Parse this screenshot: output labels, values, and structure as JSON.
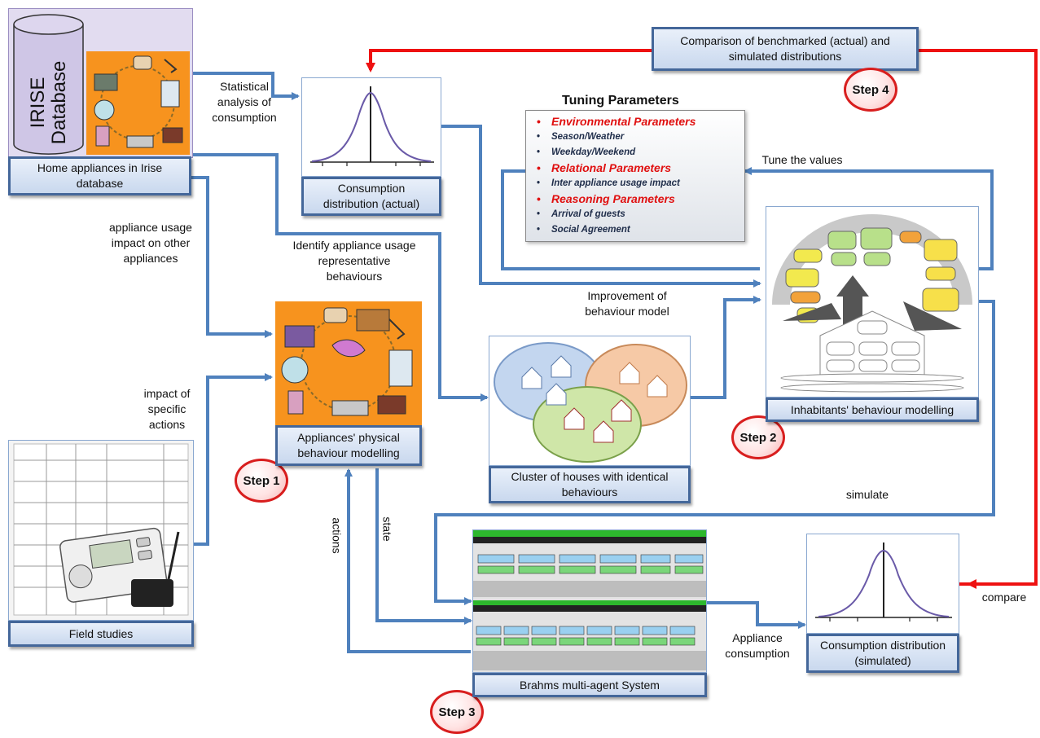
{
  "database": {
    "line1": "IRISE",
    "line2": "Database"
  },
  "boxes": {
    "home_appliances": "Home appliances in Irise database",
    "consumption_actual": "Consumption distribution (actual)",
    "comparison": "Comparison of benchmarked (actual) and simulated  distributions",
    "appliances_physical": "Appliances' physical behaviour modelling",
    "cluster": "Cluster of houses with identical behaviours",
    "inhabitants": "Inhabitants' behaviour modelling",
    "field_studies": "Field studies",
    "brahms": "Brahms multi-agent  System",
    "consumption_simulated": "Consumption distribution (simulated)"
  },
  "steps": {
    "step1": "Step 1",
    "step2": "Step 2",
    "step3": "Step 3",
    "step4": "Step 4"
  },
  "edge_labels": {
    "statistical": "Statistical analysis of consumption",
    "usage_impact": "appliance usage impact on other appliances",
    "identify": "Identify appliance usage representative behaviours",
    "improvement": "Improvement of behaviour model",
    "tune": "Tune the values",
    "impact_actions": "impact of specific actions",
    "simulate": "simulate",
    "actions": "actions",
    "state": "state",
    "appliance_consumption": "Appliance consumption",
    "compare": "compare"
  },
  "tuning": {
    "title": "Tuning Parameters",
    "items": [
      {
        "text": "Environmental Parameters",
        "major": true
      },
      {
        "text": "Season/Weather",
        "major": false
      },
      {
        "text": "Weekday/Weekend",
        "major": false
      },
      {
        "text": "Relational Parameters",
        "major": true
      },
      {
        "text": "Inter appliance usage impact",
        "major": false
      },
      {
        "text": "Reasoning Parameters",
        "major": true
      },
      {
        "text": "Arrival of guests",
        "major": false
      },
      {
        "text": "Social Agreement",
        "major": false
      }
    ]
  },
  "colors": {
    "arrow_blue": "#4f81bd",
    "arrow_red": "#ee1111",
    "label_border": "#44679a",
    "step_red": "#d81e1e",
    "orange": "#f7931e"
  }
}
